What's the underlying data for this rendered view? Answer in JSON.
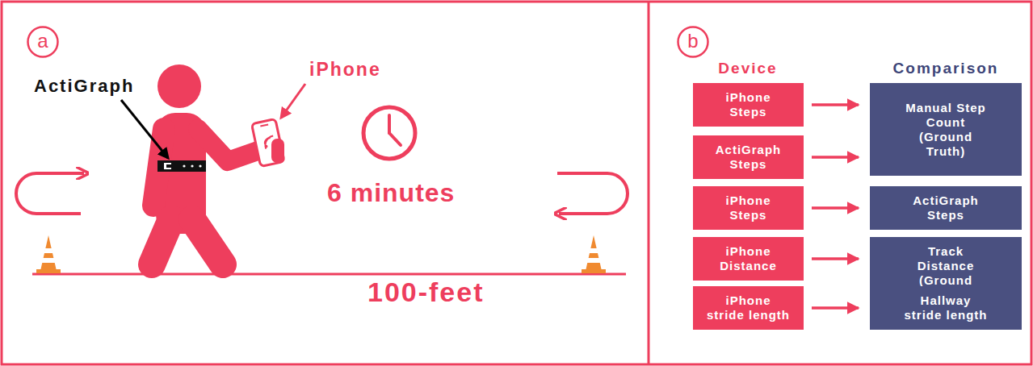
{
  "diagram": {
    "nodes": [
      {
        "text": [
          "a"
        ]
      },
      {
        "text": [
          "b"
        ]
      },
      {
        "text": [
          "iPhone Steps"
        ]
      },
      {
        "text": [
          "Manual Step Count (Ground Truth)"
        ]
      },
      {
        "text": [
          "ActiGraph Steps"
        ]
      },
      {
        "text": [
          "iPhone Steps"
        ]
      },
      {
        "text": [
          "ActiGraph Steps"
        ]
      },
      {
        "text": [
          "iPhone Distance"
        ]
      },
      {
        "text": [
          "Track Distance (Ground Truth)"
        ]
      },
      {
        "text": [
          "iPhone stride length"
        ]
      },
      {
        "text": [
          "Hallway stride length"
        ]
      }
    ],
    "edges": [
      {
        "from": 2,
        "to": 3,
        "arrow": "to"
      },
      {
        "from": 4,
        "to": 3,
        "arrow": "to"
      },
      {
        "from": 5,
        "to": 6,
        "arrow": "to"
      },
      {
        "from": 7,
        "to": 8,
        "arrow": "to"
      },
      {
        "from": 9,
        "to": 10,
        "arrow": "to"
      }
    ],
    "labels": [
      "ActiGraph",
      "iPhone",
      "6 minutes",
      "100-feet",
      "Device",
      "Comparison"
    ]
  }
}
